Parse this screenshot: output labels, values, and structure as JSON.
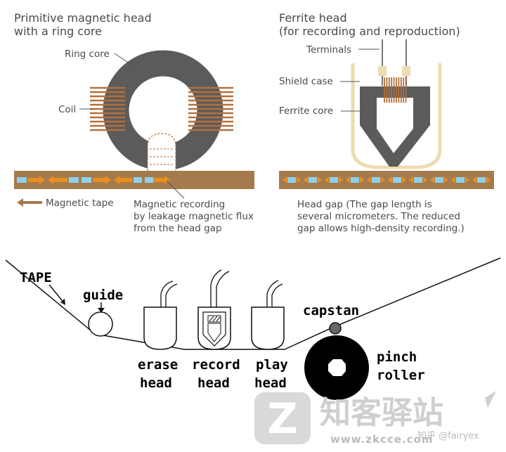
{
  "top_left": {
    "title_line1": "Primitive magnetic head",
    "title_line2": "with a ring core",
    "ring_core": "Ring core",
    "coil": "Coil",
    "magnetic_tape": "Magnetic tape",
    "recording_line1": "Magnetic recording",
    "recording_line2": "by leakage magnetic flux",
    "recording_line3": "from the head gap"
  },
  "top_right": {
    "title_line1": "Ferrite head",
    "title_line2": "(for recording and reproduction)",
    "terminals": "Terminals",
    "shield_case": "Shield case",
    "ferrite_core": "Ferrite core",
    "gap_line1": "Head gap (The gap length is",
    "gap_line2": "several micrometers. The reduced",
    "gap_line3": "gap allows high-density recording.)"
  },
  "bottom": {
    "tape": "TAPE",
    "guide": "guide",
    "capstan": "capstan",
    "erase_1": "erase",
    "erase_2": "head",
    "record_1": "record",
    "record_2": "head",
    "play_1": "play",
    "play_2": "head",
    "pinch_1": "pinch",
    "pinch_2": "roller"
  },
  "watermark": {
    "logo_letter": "Z",
    "chinese": "知客驿站",
    "url": "www.zkcce.com",
    "user": "知乎 @fairyex"
  },
  "colors": {
    "core": "#5b5b5b",
    "coil": "#b4703b",
    "tape": "#a57b4e",
    "arrow": "#e98f1e",
    "bit": "#8fd0ec",
    "shield": "#ecdcb0"
  }
}
